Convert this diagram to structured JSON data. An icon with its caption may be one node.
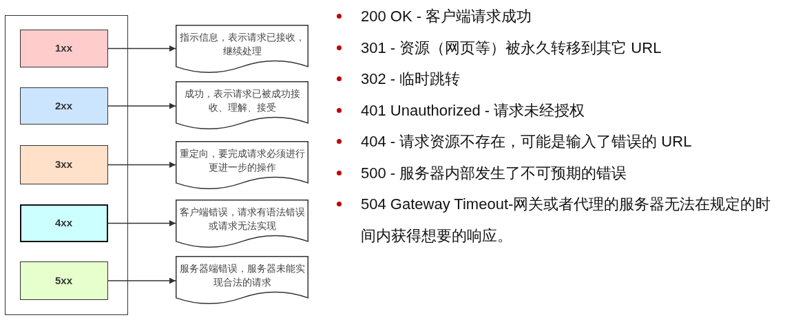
{
  "diagram": {
    "nodes": [
      {
        "text": [],
        "shape": "box"
      },
      {
        "text": [
          "1xx"
        ],
        "in": 0
      },
      {
        "text": [
          "2xx"
        ],
        "in": 0
      },
      {
        "text": [
          "3xx"
        ],
        "in": 0
      },
      {
        "text": [
          "4xx"
        ],
        "in": 0
      },
      {
        "text": [
          "5xx"
        ],
        "in": 0
      },
      {
        "text": [
          "指示信息，表示请求已接收，继续处理"
        ]
      },
      {
        "text": [
          "成功，表示请求已被成功接收、理解、接受"
        ]
      },
      {
        "text": [
          "重定向，要完成请求必须进行更进一步的操作"
        ]
      },
      {
        "text": [
          "客户端错误，请求有语法错误或请求无法实现"
        ]
      },
      {
        "text": [
          "服务器端错误，服务器未能实现合法的请求"
        ]
      }
    ],
    "edges": [
      {
        "from": 1,
        "to": 6,
        "arrow": "to"
      },
      {
        "from": 2,
        "to": 7,
        "arrow": "to"
      },
      {
        "from": 3,
        "to": 8,
        "arrow": "to"
      },
      {
        "from": 4,
        "to": 9,
        "arrow": "to"
      },
      {
        "from": 5,
        "to": 10,
        "arrow": "to"
      }
    ],
    "labels": [
      "200 OK - 客户端请求成功",
      "301 - 资源（网页等）被永久转移到其它 URL",
      "302 - 临时跳转",
      "401 Unauthorized - 请求未经授权",
      "404 - 请求资源不存在，可能是输入了错误的 URL",
      "500 - 服务器内部发生了不可预期的错误",
      "504 Gateway Timeout-网关或者代理的服务器无法在规定的时间内获得想要的响应。"
    ]
  }
}
